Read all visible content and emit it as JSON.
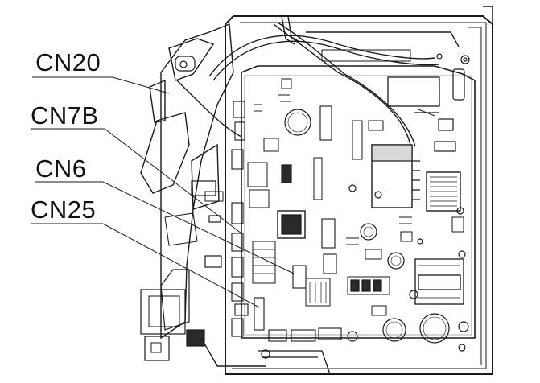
{
  "labels": {
    "cn20": "CN20",
    "cn7b": "CN7B",
    "cn6": "CN6",
    "cn25": "CN25"
  },
  "colors": {
    "line": "#1a1a1a",
    "board": "#ffffff",
    "dark_component": "#2a2a2a",
    "light_fill": "#d8d8d8"
  }
}
